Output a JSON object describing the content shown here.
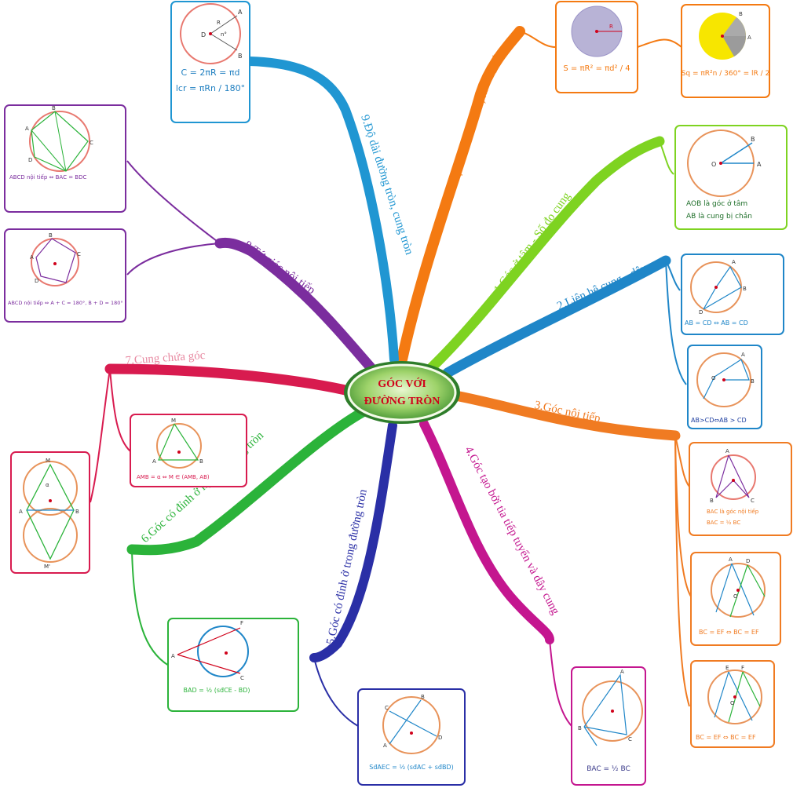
{
  "center": {
    "line1": "GÓC VỚI",
    "line2": "ĐƯỜNG TRÒN"
  },
  "branches": [
    {
      "id": "b1",
      "label": "1.Góc ở tâm - Số đo cung",
      "color": "#7ed321"
    },
    {
      "id": "b2",
      "label": "2.Liên hệ cung - dây",
      "color": "#1f86c8"
    },
    {
      "id": "b3",
      "label": "3.Góc nội tiếp",
      "color": "#f07b22"
    },
    {
      "id": "b4",
      "label": "4.Góc tạo bởi tia tiếp tuyến và dây cung",
      "color": "#c4168f"
    },
    {
      "id": "b5",
      "label": "5.Góc có đỉnh ở trong đường tròn",
      "color": "#2a2fa6"
    },
    {
      "id": "b6",
      "label": "6.Góc có đỉnh ở ngoài đường tròn",
      "color": "#2bb33a"
    },
    {
      "id": "b7",
      "label": "7.Cung chứa góc",
      "color": "#d81b4f"
    },
    {
      "id": "b8",
      "label": "8.Tứ giác nội tiếp",
      "color": "#7b2d9e"
    },
    {
      "id": "b9",
      "label": "9.Độ dài đường tròn, cung tròn",
      "color": "#2096d2"
    },
    {
      "id": "b10",
      "label": "10.Diện tích hình tròn, hình quạt",
      "color": "#f47a12"
    }
  ],
  "cards": {
    "b1": {
      "line1": "AOB là góc ở tâm",
      "line2": "AB là cung bị chắn"
    },
    "b2a": {
      "formula": "AB = CD ⇔ AB = CD"
    },
    "b2b": {
      "formula": "AB>CD⇔AB > CD"
    },
    "b3a": {
      "line1": "BAC là góc nội tiếp",
      "line2": "BAC = ½ BC"
    },
    "b3b": {
      "formula": "BC = EF ⇔ BC = EF"
    },
    "b3c": {
      "formula": "BC = EF ⇔ BC = EF"
    },
    "b4": {
      "formula": "BAC = ½ BC"
    },
    "b5": {
      "formula": "SđAEC = ½ (sđAC + sđBD)"
    },
    "b6": {
      "formula": "BAD = ½ (sđCE - BD)"
    },
    "b7a": {
      "formula": "AMB = α ⇔ M ∈ (AMB, AB)"
    },
    "b8a": {
      "formula": "ABCD nội tiếp ⇔ BAC = BDC"
    },
    "b8b": {
      "formula": "ABCD nội tiếp ⇔ A + C = 180°, B + D = 180°"
    },
    "b9": {
      "line1": "C = 2πR = πd",
      "line2": "lcr = πRn / 180°"
    },
    "b10a": {
      "formula": "S = πR² = πd² / 4"
    },
    "b10b": {
      "formula": "Sq = πR²n / 360° = lR / 2"
    }
  },
  "points": [
    "A",
    "B",
    "C",
    "D",
    "E",
    "F",
    "O",
    "M",
    "M'",
    "R",
    "n°",
    "α"
  ]
}
